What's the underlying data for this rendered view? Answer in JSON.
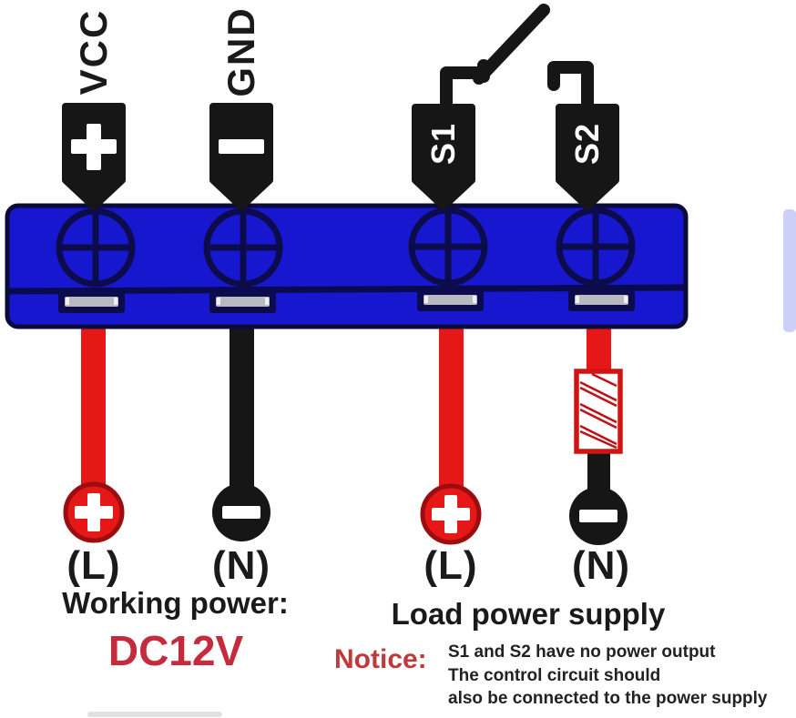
{
  "pin_labels": {
    "vcc": "VCC",
    "gnd": "GND",
    "s1": "S1",
    "s2": "S2"
  },
  "connectors": {
    "l1": "(L)",
    "n1": "(N)",
    "l2": "(L)",
    "n2": "(N)"
  },
  "captions": {
    "working_power": "Working power:",
    "working_voltage": "DC12V",
    "load_power": "Load power supply",
    "notice_label": "Notice:",
    "notice_line1": "S1 and S2 have no power output",
    "notice_line2": "The control circuit should",
    "notice_line3": "also be connected to the power supply"
  },
  "icons": {
    "plus": "+",
    "minus": "−",
    "screw": "⊕",
    "switch": "open-knife-switch",
    "fuse": "hatched-box"
  },
  "colors": {
    "block_blue": "#1717d0",
    "block_navy": "#0b0b4e",
    "wire_red": "#e51717",
    "wire_black": "#161616",
    "slot_gray": "#b9b9c2",
    "accent_red_voltage": "#c42b3c",
    "accent_red_notice": "#bf3a3a"
  }
}
